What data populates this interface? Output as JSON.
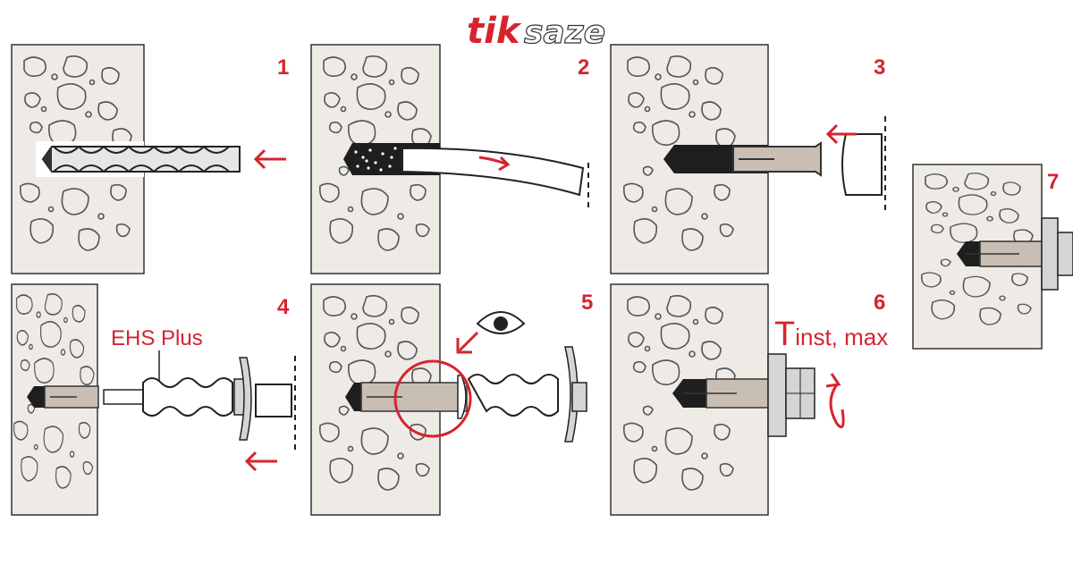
{
  "logo": {
    "part1": "tik",
    "part2": "saze"
  },
  "steps": [
    {
      "number": "1"
    },
    {
      "number": "2"
    },
    {
      "number": "3"
    },
    {
      "number": "4",
      "label": "EHS Plus"
    },
    {
      "number": "5"
    },
    {
      "number": "6",
      "label_prefix": "T",
      "label_suffix": "inst, max"
    },
    {
      "number": "7"
    }
  ],
  "colors": {
    "accent_red": "#d6242f",
    "concrete_fill": "#eeebe7",
    "stone_stroke": "#555555",
    "steel_fill": "#d5d5d5",
    "dark_fill": "#1e1e1e",
    "tan_fill": "#c8beb4"
  },
  "icons": [
    "arrow-left-icon",
    "arrow-right-icon",
    "eye-icon",
    "rotate-clockwise-icon",
    "magnifier-circle-icon"
  ]
}
